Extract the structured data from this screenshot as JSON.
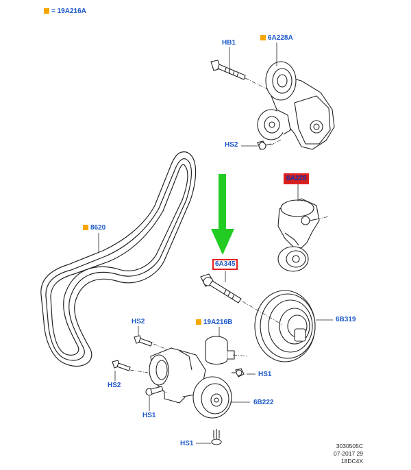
{
  "legend": {
    "marker_color": "#f7a600",
    "text": "= 19A216A"
  },
  "labels": {
    "hb1": "HB1",
    "p6a228a": "6A228A",
    "hs2_top": "HS2",
    "p6a228": "6A228",
    "p8620": "8620",
    "p6a345": "6A345",
    "p6b319": "6B319",
    "hs2_mid": "HS2",
    "p19a216b": "19A216B",
    "hs1_right": "HS1",
    "hs2_left": "HS2",
    "hs1_left": "HS1",
    "p6b222": "6B222",
    "hs1_bottom": "HS1"
  },
  "colors": {
    "label": "#1a57c8",
    "highlight_box": "#e02020",
    "arrow": "#22cc22",
    "marker": "#f7a600"
  },
  "footer": {
    "line1": "3030505C",
    "line2": "07-2017 29",
    "line3": "18DC4X"
  }
}
